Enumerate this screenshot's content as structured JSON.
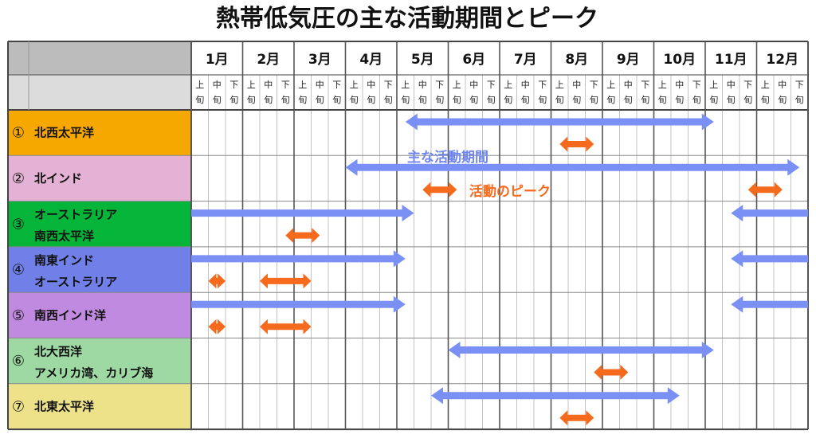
{
  "chart_data": {
    "type": "table",
    "title": "熱帯低気圧の主な活動期間とピーク",
    "months": [
      "1月",
      "2月",
      "3月",
      "4月",
      "5月",
      "6月",
      "7月",
      "8月",
      "9月",
      "10月",
      "11月",
      "12月"
    ],
    "subdivisions": [
      [
        "上",
        "旬"
      ],
      [
        "中",
        "旬"
      ],
      [
        "下",
        "旬"
      ]
    ],
    "legend": {
      "activity_label": "主な活動期間",
      "peak_label": "活動のピーク"
    },
    "colors": {
      "activity": "#7b90f4",
      "peak": "#f56a1c",
      "activity_text": "#6f86f0",
      "peak_text": "#f56a1c",
      "header_bg": "#bcbcbc",
      "subheader_bg": "#dcdcdc"
    },
    "unit_note": "Values are in thirds of a month (0 = start of Jan, 36 = end of Dec)",
    "regions": [
      {
        "num": "①",
        "lines": [
          "北西太平洋"
        ],
        "color": "#f7a800",
        "activity": [
          [
            12.5,
            30.5
          ]
        ],
        "peak": [
          [
            21.5,
            23.5
          ]
        ]
      },
      {
        "num": "②",
        "lines": [
          "北インド"
        ],
        "color": "#e3b2d4",
        "activity": [
          [
            9,
            35.5
          ]
        ],
        "peak": [
          [
            13.5,
            15.5
          ],
          [
            32.5,
            34.5
          ]
        ]
      },
      {
        "num": "③",
        "lines": [
          "オーストラリア",
          "南西太平洋"
        ],
        "color": "#05b53a",
        "activity": [
          [
            0,
            13
          ],
          [
            31.5,
            36
          ]
        ],
        "peak": [
          [
            5.5,
            7.5
          ]
        ]
      },
      {
        "num": "④",
        "lines": [
          "南東インド",
          "オーストラリア"
        ],
        "color": "#7080e8",
        "activity": [
          [
            0,
            12.5
          ],
          [
            31.5,
            36
          ]
        ],
        "peak": [
          [
            1,
            2
          ],
          [
            4,
            7
          ]
        ]
      },
      {
        "num": "⑤",
        "lines": [
          "南西インド洋"
        ],
        "color": "#bf8ae0",
        "activity": [
          [
            0,
            12.5
          ],
          [
            31.5,
            36
          ]
        ],
        "peak": [
          [
            1,
            2
          ],
          [
            4,
            7
          ]
        ]
      },
      {
        "num": "⑥",
        "lines": [
          "北大西洋",
          "アメリカ湾、カリブ海"
        ],
        "color": "#9ed9a4",
        "activity": [
          [
            15,
            30.5
          ]
        ],
        "peak": [
          [
            23.5,
            25.5
          ]
        ]
      },
      {
        "num": "⑦",
        "lines": [
          "北東太平洋"
        ],
        "color": "#ede289",
        "activity": [
          [
            14,
            28.5
          ]
        ],
        "peak": [
          [
            21.5,
            23.5
          ]
        ]
      }
    ]
  }
}
